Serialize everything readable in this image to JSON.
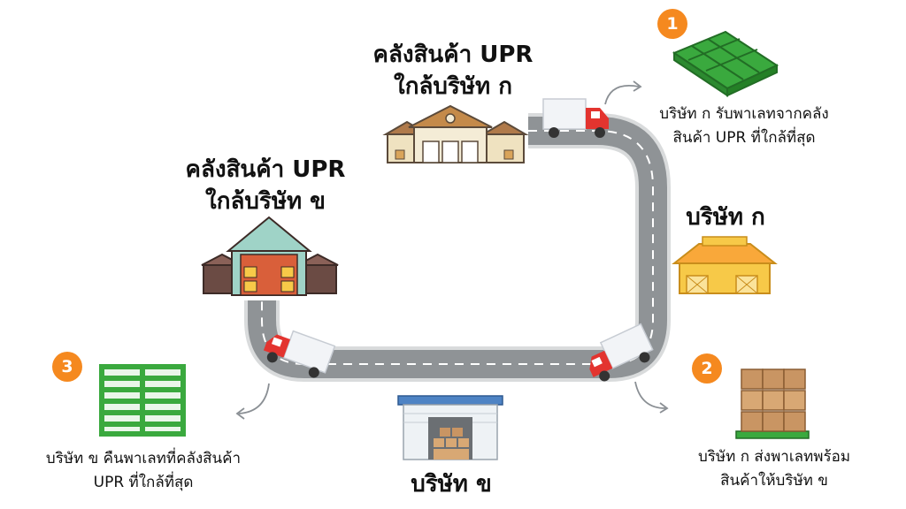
{
  "labels": {
    "warehouse_a": {
      "line1": "คลังสินค้า UPR",
      "line2": "ใกล้บริษัท ก"
    },
    "warehouse_b": {
      "line1": "คลังสินค้า UPR",
      "line2": "ใกล้บริษัท ข"
    },
    "company_a": "บริษัท ก",
    "company_b": "บริษัท ข"
  },
  "steps": [
    {
      "number": "1",
      "line1": "บริษัท ก รับพาเลทจากคลัง",
      "line2": "สินค้า UPR ที่ใกล้ที่สุด"
    },
    {
      "number": "2",
      "line1": "บริษัท ก ส่งพาเลทพร้อม",
      "line2": "สินค้าให้บริษัท ข"
    },
    {
      "number": "3",
      "line1": "บริษัท ข คืนพาเลทที่คลังสินค้า",
      "line2": "UPR ที่ใกล้ที่สุด"
    }
  ],
  "colors": {
    "badge": "#f5891f",
    "road": "#8f9396",
    "road_edge": "#d9dbdc",
    "truck_cab": "#e3342f",
    "truck_box": "#f2f4f7",
    "green_pallet": "#3aa93e",
    "company_a_building": "#f7c948",
    "company_b_building": "#4e83c4"
  }
}
